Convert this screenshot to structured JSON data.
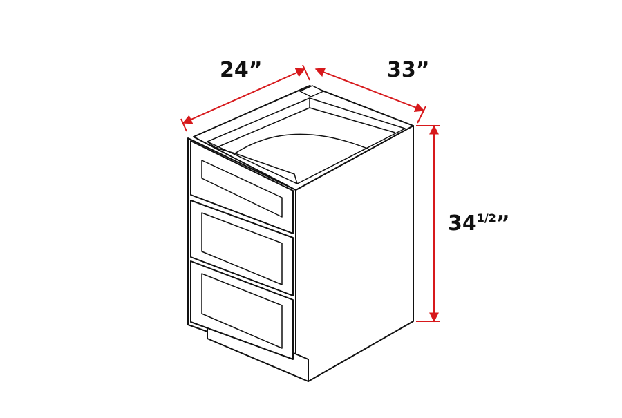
{
  "dimensions": {
    "width": {
      "whole": "24",
      "mark": "”"
    },
    "depth": {
      "whole": "33",
      "mark": "”"
    },
    "height": {
      "whole": "34",
      "fraction": "1/2",
      "mark": "”"
    }
  },
  "colors": {
    "outline": "#111111",
    "dimension_line": "#d7191c",
    "background": "#ffffff"
  }
}
